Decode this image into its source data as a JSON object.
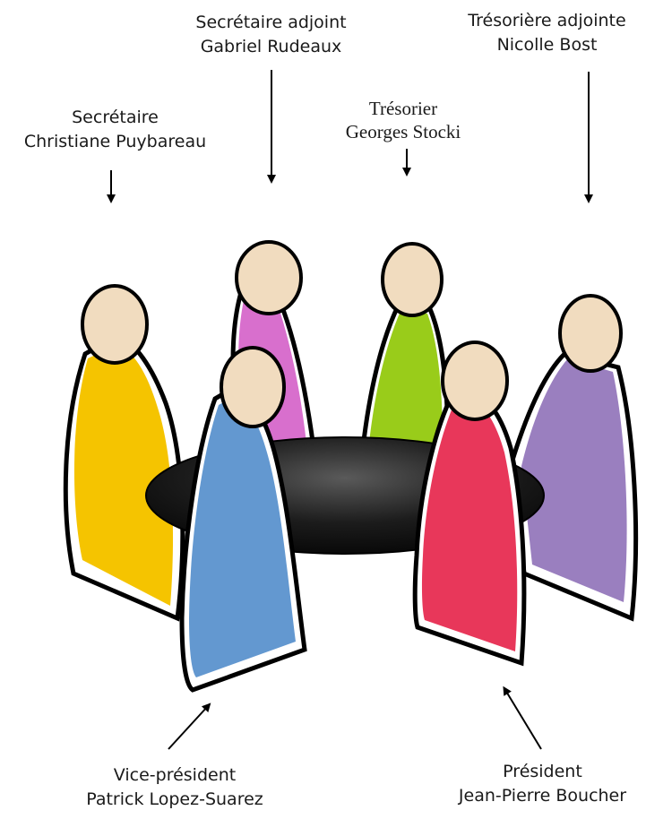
{
  "members": [
    {
      "id": "secretaire",
      "role": "Secrétaire",
      "name": "Christiane Puybareau",
      "color": "#f5c400"
    },
    {
      "id": "secretaire-adjoint",
      "role": "Secrétaire adjoint",
      "name": "Gabriel Rudeaux",
      "color": "#d86fcd"
    },
    {
      "id": "tresorier",
      "role": "Trésorier",
      "name": "Georges Stocki",
      "color": "#99cc1a"
    },
    {
      "id": "tresoriere-adjointe",
      "role": "Trésorière adjointe",
      "name": "Nicolle Bost",
      "color": "#9a7fbf"
    },
    {
      "id": "vice-president",
      "role": "Vice-président",
      "name": "Patrick  Lopez-Suarez",
      "color": "#6398d0"
    },
    {
      "id": "president",
      "role": "Président",
      "name": "Jean-Pierre Boucher",
      "color": "#e8375a"
    }
  ],
  "colors": {
    "head": "#f1dcbf",
    "table": "#111111",
    "outline": "#000000"
  }
}
